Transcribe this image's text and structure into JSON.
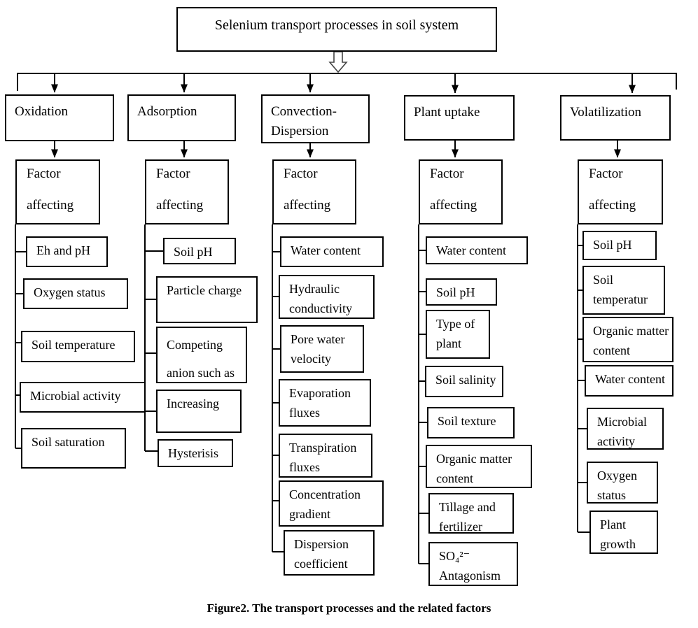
{
  "title": "Selenium transport processes  in soil system",
  "caption": "Figure2. The transport processes and the related factors",
  "factor_box": {
    "line1": "Factor",
    "line2": "affecting"
  },
  "branches": [
    {
      "label": "Oxidation",
      "factors": [
        "Eh and pH",
        "Oxygen status",
        "Soil temperature",
        "Microbial activity",
        "Soil saturation"
      ]
    },
    {
      "label": "Adsorption",
      "factors": [
        "Soil pH",
        "Particle charge",
        "Competing anion such as",
        "Increasing",
        "Hysterisis"
      ]
    },
    {
      "label": "Convection-Dispersion",
      "factors": [
        "Water content",
        "Hydraulic conductivity",
        "Pore water velocity",
        "Evaporation fluxes",
        "Transpiration fluxes",
        "Concentration gradient",
        "Dispersion coefficient"
      ]
    },
    {
      "label": "Plant uptake",
      "factors": [
        "Water content",
        "Soil pH",
        "Type of plant",
        "Soil salinity",
        "Soil texture",
        "Organic matter content",
        "Tillage and fertilizer",
        "SO₄²⁻ Antagonism"
      ]
    },
    {
      "label": "Volatilization",
      "factors": [
        "Soil pH",
        "Soil temperatur",
        "Organic matter content",
        "Water content",
        "Microbial activity",
        "Oxygen status",
        "Plant growth"
      ]
    }
  ],
  "colors": {
    "line": "#000000",
    "text": "#000000",
    "background": "#ffffff"
  }
}
